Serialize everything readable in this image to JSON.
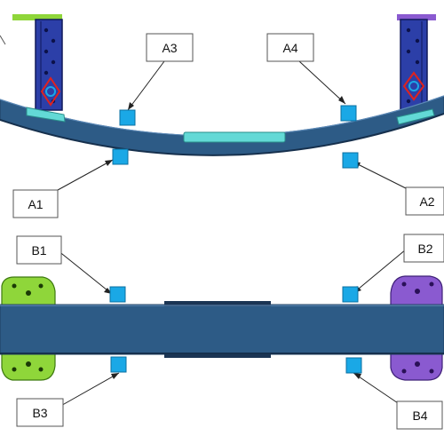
{
  "callouts": {
    "a1": "A1",
    "a2": "A2",
    "a3": "A3",
    "a4": "A4",
    "b1": "B1",
    "b2": "B2",
    "b3": "B3",
    "b4": "B4"
  },
  "colors": {
    "beam": "#2d5b86",
    "beam_edge": "#1d3f60",
    "beam_shadow": "#1b3554",
    "sensor": "#1aa8e6",
    "sensor_edge": "#0b6fa0",
    "pad": "#63d9d6",
    "pad_edge": "#2a8e8b",
    "post": "#2c3fa8",
    "post_edge": "#101a5a",
    "bracket_left": "#8fd63a",
    "bracket_left_edge": "#3e7a10",
    "bracket_right": "#8a5ad0",
    "bracket_right_edge": "#3f2078",
    "cap_left": "#8fd63a",
    "cap_right": "#8a5ad0",
    "marker": "#e0221e",
    "label_border": "#555555"
  }
}
